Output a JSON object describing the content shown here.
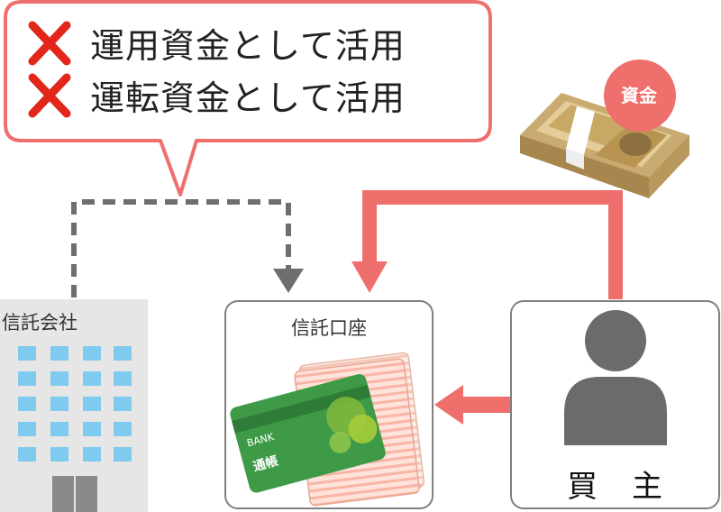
{
  "callout": {
    "lines": [
      {
        "icon": "red-x-mark-icon",
        "text": "運用資金として活用"
      },
      {
        "icon": "red-x-mark-icon",
        "text": "運転資金として活用"
      }
    ]
  },
  "trust_company": {
    "label": "信託会社",
    "icon": "office-building-icon"
  },
  "trust_account": {
    "label": "信託口座",
    "icons": [
      "bank-card-icon",
      "bankbook-icon"
    ]
  },
  "bank_card": {
    "brand": "BANK",
    "text": "通帳"
  },
  "buyer": {
    "label": "買　主",
    "icon": "person-silhouette-icon"
  },
  "funds": {
    "badge": "資金",
    "icon": "cash-bundle-icon"
  },
  "colors": {
    "accent_red": "#EE6F6B",
    "cross_red": "#E2261B",
    "dash_gray": "#6E6E6E",
    "person_gray": "#6B6B6B",
    "window_blue": "#7FCBEF",
    "card_green": "#3E9A47"
  }
}
